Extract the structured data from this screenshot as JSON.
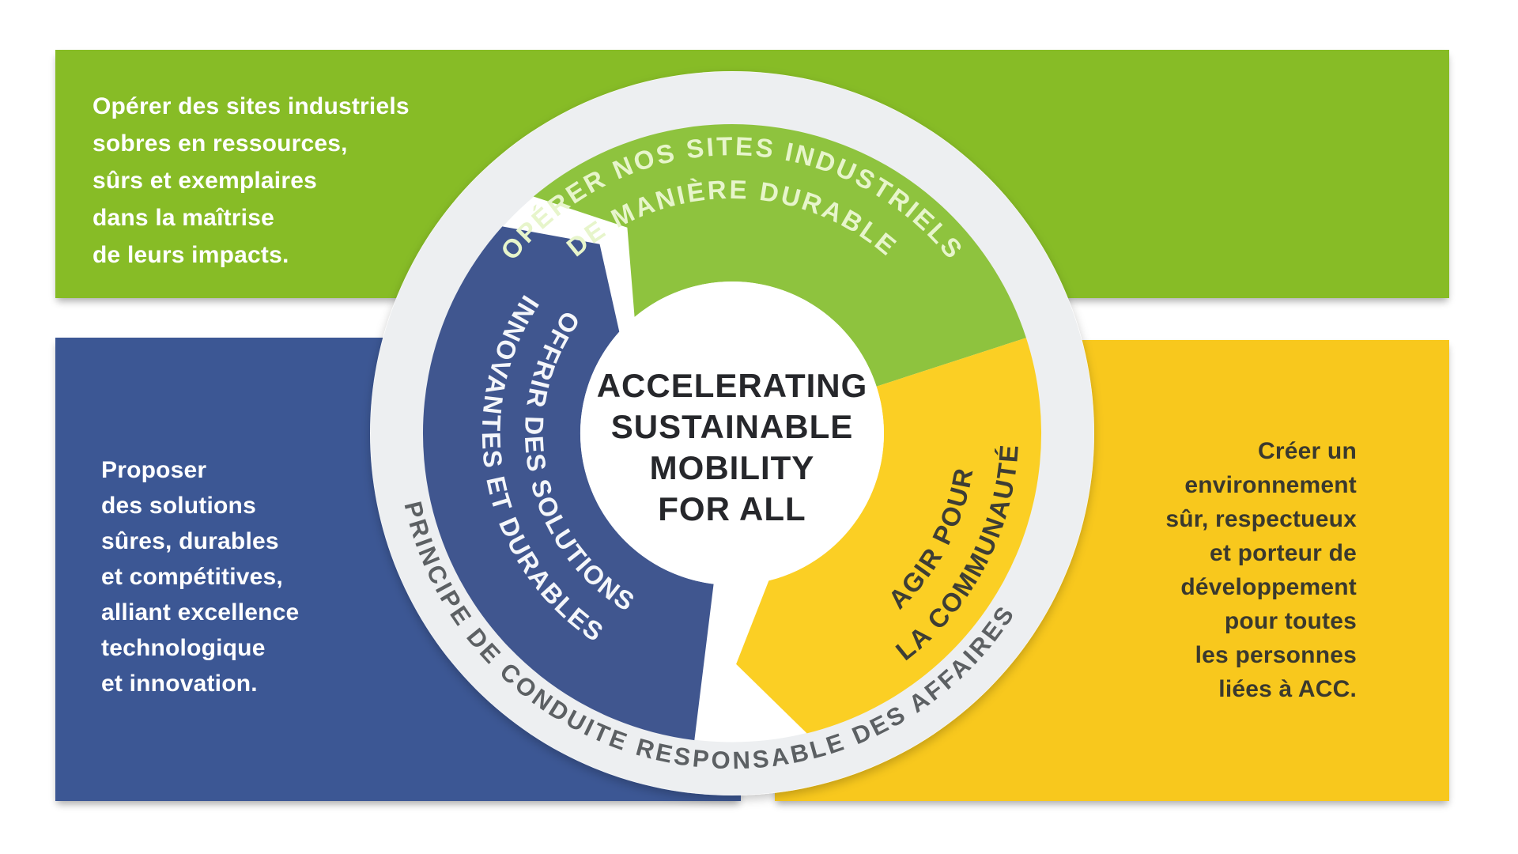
{
  "center": {
    "lines": [
      "ACCELERATING",
      "SUSTAINABLE",
      "MOBILITY",
      "FOR ALL"
    ]
  },
  "outer_ring": {
    "label": "PRINCIPE DE CONDUITE RESPONSABLE DES AFFAIRES",
    "band_color": "#edeff1",
    "label_color": "#5c6063"
  },
  "segments": {
    "industrial": {
      "line1": "OPÉRER NOS SITES INDUSTRIELS",
      "line2": "DE MANIÈRE DURABLE",
      "color": "#8ec33e",
      "label_color": "#e7f5cb"
    },
    "solutions": {
      "line1": "OFFRIR DES SOLUTIONS",
      "line2": "INNOVANTES ET DURABLES",
      "color": "#40568f",
      "label_color": "#f4f6fa"
    },
    "community": {
      "line1": "AGIR POUR",
      "line2": "LA COMMUNAUTÉ",
      "color": "#fbcf24",
      "label_color": "#3d3d35"
    }
  },
  "blocks": {
    "industrial": {
      "color": "#87bc26",
      "lines": [
        "Opérer des sites industriels",
        "sobres en ressources,",
        "sûrs et exemplaires",
        "dans la maîtrise",
        "de leurs impacts."
      ]
    },
    "solutions": {
      "color": "#3c5794",
      "lines": [
        "Proposer",
        "des solutions",
        "sûres, durables",
        "et compétitives,",
        "alliant excellence",
        "technologique",
        "et innovation."
      ]
    },
    "community": {
      "color": "#f8c81d",
      "lines": [
        "Créer un",
        "environnement",
        "sûr, respectueux",
        "et porteur de",
        "développement",
        "pour toutes",
        "les personnes",
        "liées à ACC."
      ]
    }
  }
}
